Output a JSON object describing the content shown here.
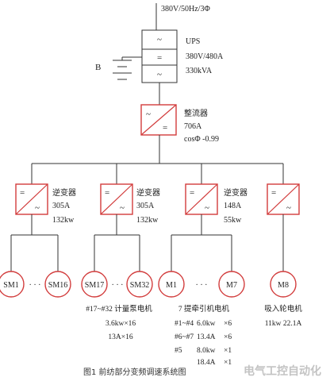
{
  "supply": {
    "label": "380V/50Hz/3Φ"
  },
  "ups": {
    "title": "UPS",
    "voltage": "380V/480A",
    "power": "330kVA",
    "battery_label": "B",
    "symbols": [
      "~",
      "=",
      "~"
    ]
  },
  "rectifier": {
    "title": "整流器",
    "current": "706A",
    "pf": "cosΦ -0.99",
    "symbols": [
      "~",
      "="
    ]
  },
  "inverters": [
    {
      "title": "逆变器",
      "current": "305A",
      "power": "132kw"
    },
    {
      "title": "逆变器",
      "current": "305A",
      "power": "132kw"
    },
    {
      "title": "逆变器",
      "current": "148A",
      "power": "55kw"
    },
    {
      "title": "",
      "current": "",
      "power": ""
    }
  ],
  "inverter_symbols": [
    "=",
    "~"
  ],
  "motors": [
    {
      "label": "SM1"
    },
    {
      "label": "SM16"
    },
    {
      "label": "SM17"
    },
    {
      "label": "SM32"
    },
    {
      "label": "M1"
    },
    {
      "label": "M7"
    },
    {
      "label": "M8"
    }
  ],
  "ellipsis": "· · ·",
  "ellipsis_wide": "· · ·",
  "groups": [
    {
      "title": "#17~#32 计量泵电机",
      "line1": "3.6kw×16",
      "line2": "13A×16"
    },
    {
      "title": "7 提牵引机电机",
      "rows": [
        {
          "name": "#1~#4",
          "value": "6.0kw",
          "mult": "×6"
        },
        {
          "name": "#6~#7",
          "value": "13.4A",
          "mult": "×6"
        },
        {
          "name": "#5",
          "value": "8.0kw",
          "mult": "×1"
        },
        {
          "name": "",
          "value": "18.4A",
          "mult": "×1"
        }
      ]
    },
    {
      "title": "吸入轮电机",
      "line1": "11kw 22.1A"
    }
  ],
  "caption": "图1  前纺部分变频调速系统图",
  "watermark": "电气工控自动化"
}
